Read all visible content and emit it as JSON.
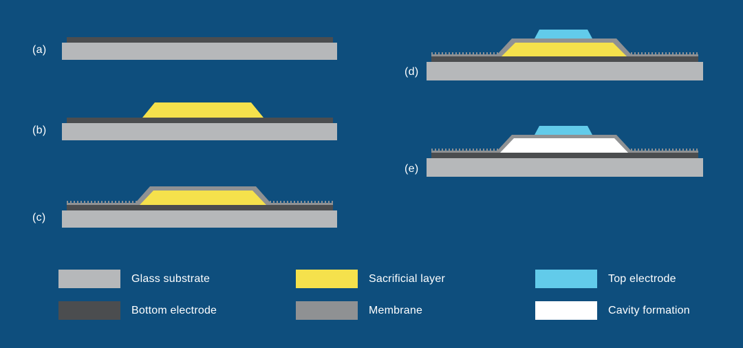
{
  "colors": {
    "bg": "#0e4e7d",
    "glass": "#b6b8ba",
    "bottom_electrode": "#4b4d4f",
    "sacrificial": "#f5e14c",
    "membrane": "#8f9193",
    "top_electrode": "#62cbea",
    "cavity": "#ffffff",
    "text": "#ffffff"
  },
  "panels": [
    {
      "label": "(a)"
    },
    {
      "label": "(b)"
    },
    {
      "label": "(c)"
    },
    {
      "label": "(d)"
    },
    {
      "label": "(e)"
    }
  ],
  "legend": [
    {
      "color": "glass",
      "label": "Glass substrate"
    },
    {
      "color": "bottom_electrode",
      "label": "Bottom electrode"
    },
    {
      "color": "sacrificial",
      "label": "Sacrificial layer"
    },
    {
      "color": "membrane",
      "label": "Membrane"
    },
    {
      "color": "top_electrode",
      "label": "Top electrode"
    },
    {
      "color": "cavity",
      "label": "Cavity formation"
    }
  ]
}
